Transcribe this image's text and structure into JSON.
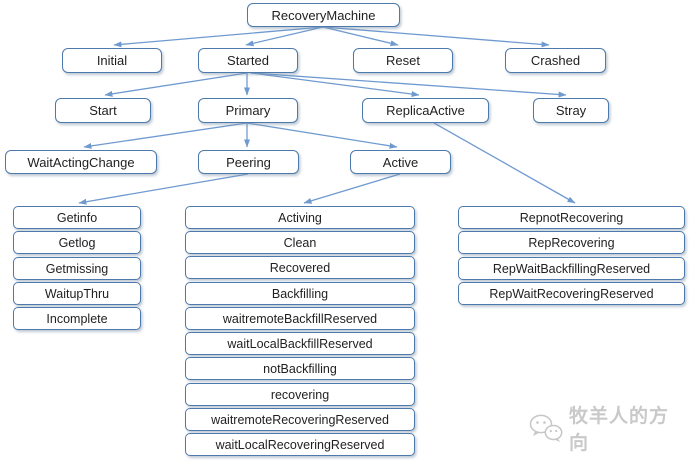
{
  "nodes": {
    "root": "RecoveryMachine",
    "level1": [
      "Initial",
      "Started",
      "Reset",
      "Crashed"
    ],
    "level2": [
      "Start",
      "Primary",
      "ReplicaActive",
      "Stray"
    ],
    "level3": [
      "WaitActingChange",
      "Peering",
      "Active"
    ],
    "peering_children": [
      "Getinfo",
      "Getlog",
      "Getmissing",
      "WaitupThru",
      "Incomplete"
    ],
    "active_children": [
      "Activing",
      "Clean",
      "Recovered",
      "Backfilling",
      "waitremoteBackfillReserved",
      "waitLocalBackfillReserved",
      "notBackfilling",
      "recovering",
      "waitremoteRecoveringReserved",
      "waitLocalRecoveringReserved"
    ],
    "replica_children": [
      "RepnotRecovering",
      "RepRecovering",
      "RepWaitBackfillingReserved",
      "RepWaitRecoveringReserved"
    ]
  },
  "watermark": {
    "text": "牧羊人的方向",
    "icon": "wechat-icon"
  },
  "colors": {
    "box_border": "#4d7aac",
    "arrow": "#6f9ad0",
    "text": "#1f1f1f",
    "watermark": "#c9c9c9"
  }
}
